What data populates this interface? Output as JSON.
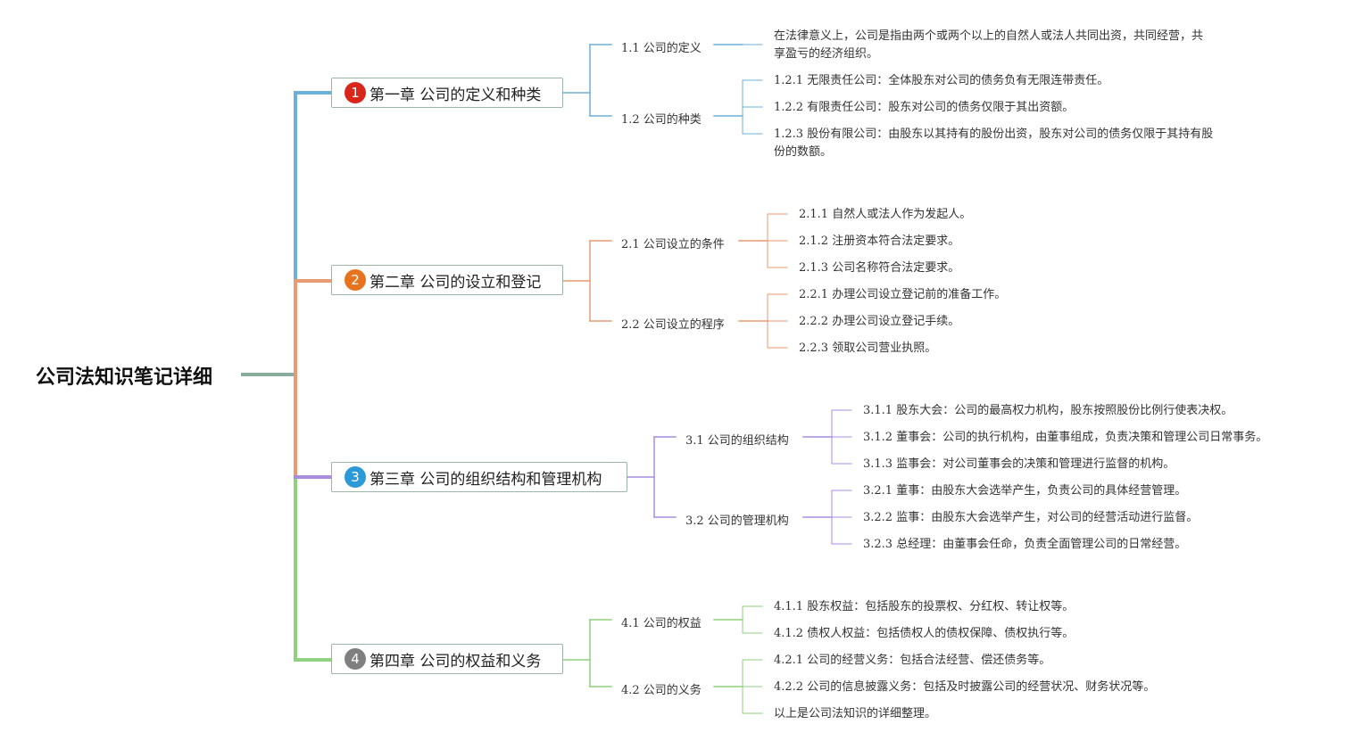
{
  "root": "公司法知识笔记详细",
  "chapters": [
    {
      "num": "1",
      "title": "第一章 公司的定义和种类",
      "color": "#6cb0d8",
      "badge_color": "#d8261b",
      "sections": [
        {
          "title": "1.1 公司的定义",
          "items": [
            "在法律意义上，公司是指由两个或两个以上的自然人或法人共同出资，共同经营，共享盈亏的经济组织。"
          ]
        },
        {
          "title": "1.2 公司的种类",
          "items": [
            "1.2.1 无限责任公司：全体股东对公司的债务负有无限连带责任。",
            "1.2.2 有限责任公司：股东对公司的债务仅限于其出资额。",
            "1.2.3 股份有限公司：由股东以其持有的股份出资，股东对公司的债务仅限于其持有股份的数额。"
          ]
        }
      ]
    },
    {
      "num": "2",
      "title": "第二章 公司的设立和登记",
      "color": "#e89a72",
      "badge_color": "#e8731e",
      "sections": [
        {
          "title": "2.1 公司设立的条件",
          "items": [
            "2.1.1 自然人或法人作为发起人。",
            "2.1.2 注册资本符合法定要求。",
            "2.1.3 公司名称符合法定要求。"
          ]
        },
        {
          "title": "2.2 公司设立的程序",
          "items": [
            "2.2.1 办理公司设立登记前的准备工作。",
            "2.2.2 办理公司设立登记手续。",
            "2.2.3 领取公司营业执照。"
          ]
        }
      ]
    },
    {
      "num": "3",
      "title": "第三章 公司的组织结构和管理机构",
      "color": "#a98ee0",
      "badge_color": "#2d9ad8",
      "sections": [
        {
          "title": "3.1 公司的组织结构",
          "items": [
            "3.1.1 股东大会：公司的最高权力机构，股东按照股份比例行使表决权。",
            "3.1.2 董事会：公司的执行机构，由董事组成，负责决策和管理公司日常事务。",
            "3.1.3 监事会：对公司董事会的决策和管理进行监督的机构。"
          ]
        },
        {
          "title": "3.2 公司的管理机构",
          "items": [
            "3.2.1 董事：由股东大会选举产生，负责公司的具体经营管理。",
            "3.2.2 监事：由股东大会选举产生，对公司的经营活动进行监督。",
            "3.2.3 总经理：由董事会任命，负责全面管理公司的日常经营。"
          ]
        }
      ]
    },
    {
      "num": "4",
      "title": "第四章 公司的权益和义务",
      "color": "#8fd17e",
      "badge_color": "#7f7f7f",
      "sections": [
        {
          "title": "4.1 公司的权益",
          "items": [
            "4.1.1 股东权益：包括股东的投票权、分红权、转让权等。",
            "4.1.2 债权人权益：包括债权人的债权保障、债权执行等。"
          ]
        },
        {
          "title": "4.2 公司的义务",
          "items": [
            "4.2.1 公司的经营义务：包括合法经营、偿还债务等。",
            "4.2.2 公司的信息披露义务：包括及时披露公司的经营状况、财务状况等。",
            "以上是公司法知识的详细整理。"
          ]
        }
      ]
    }
  ]
}
